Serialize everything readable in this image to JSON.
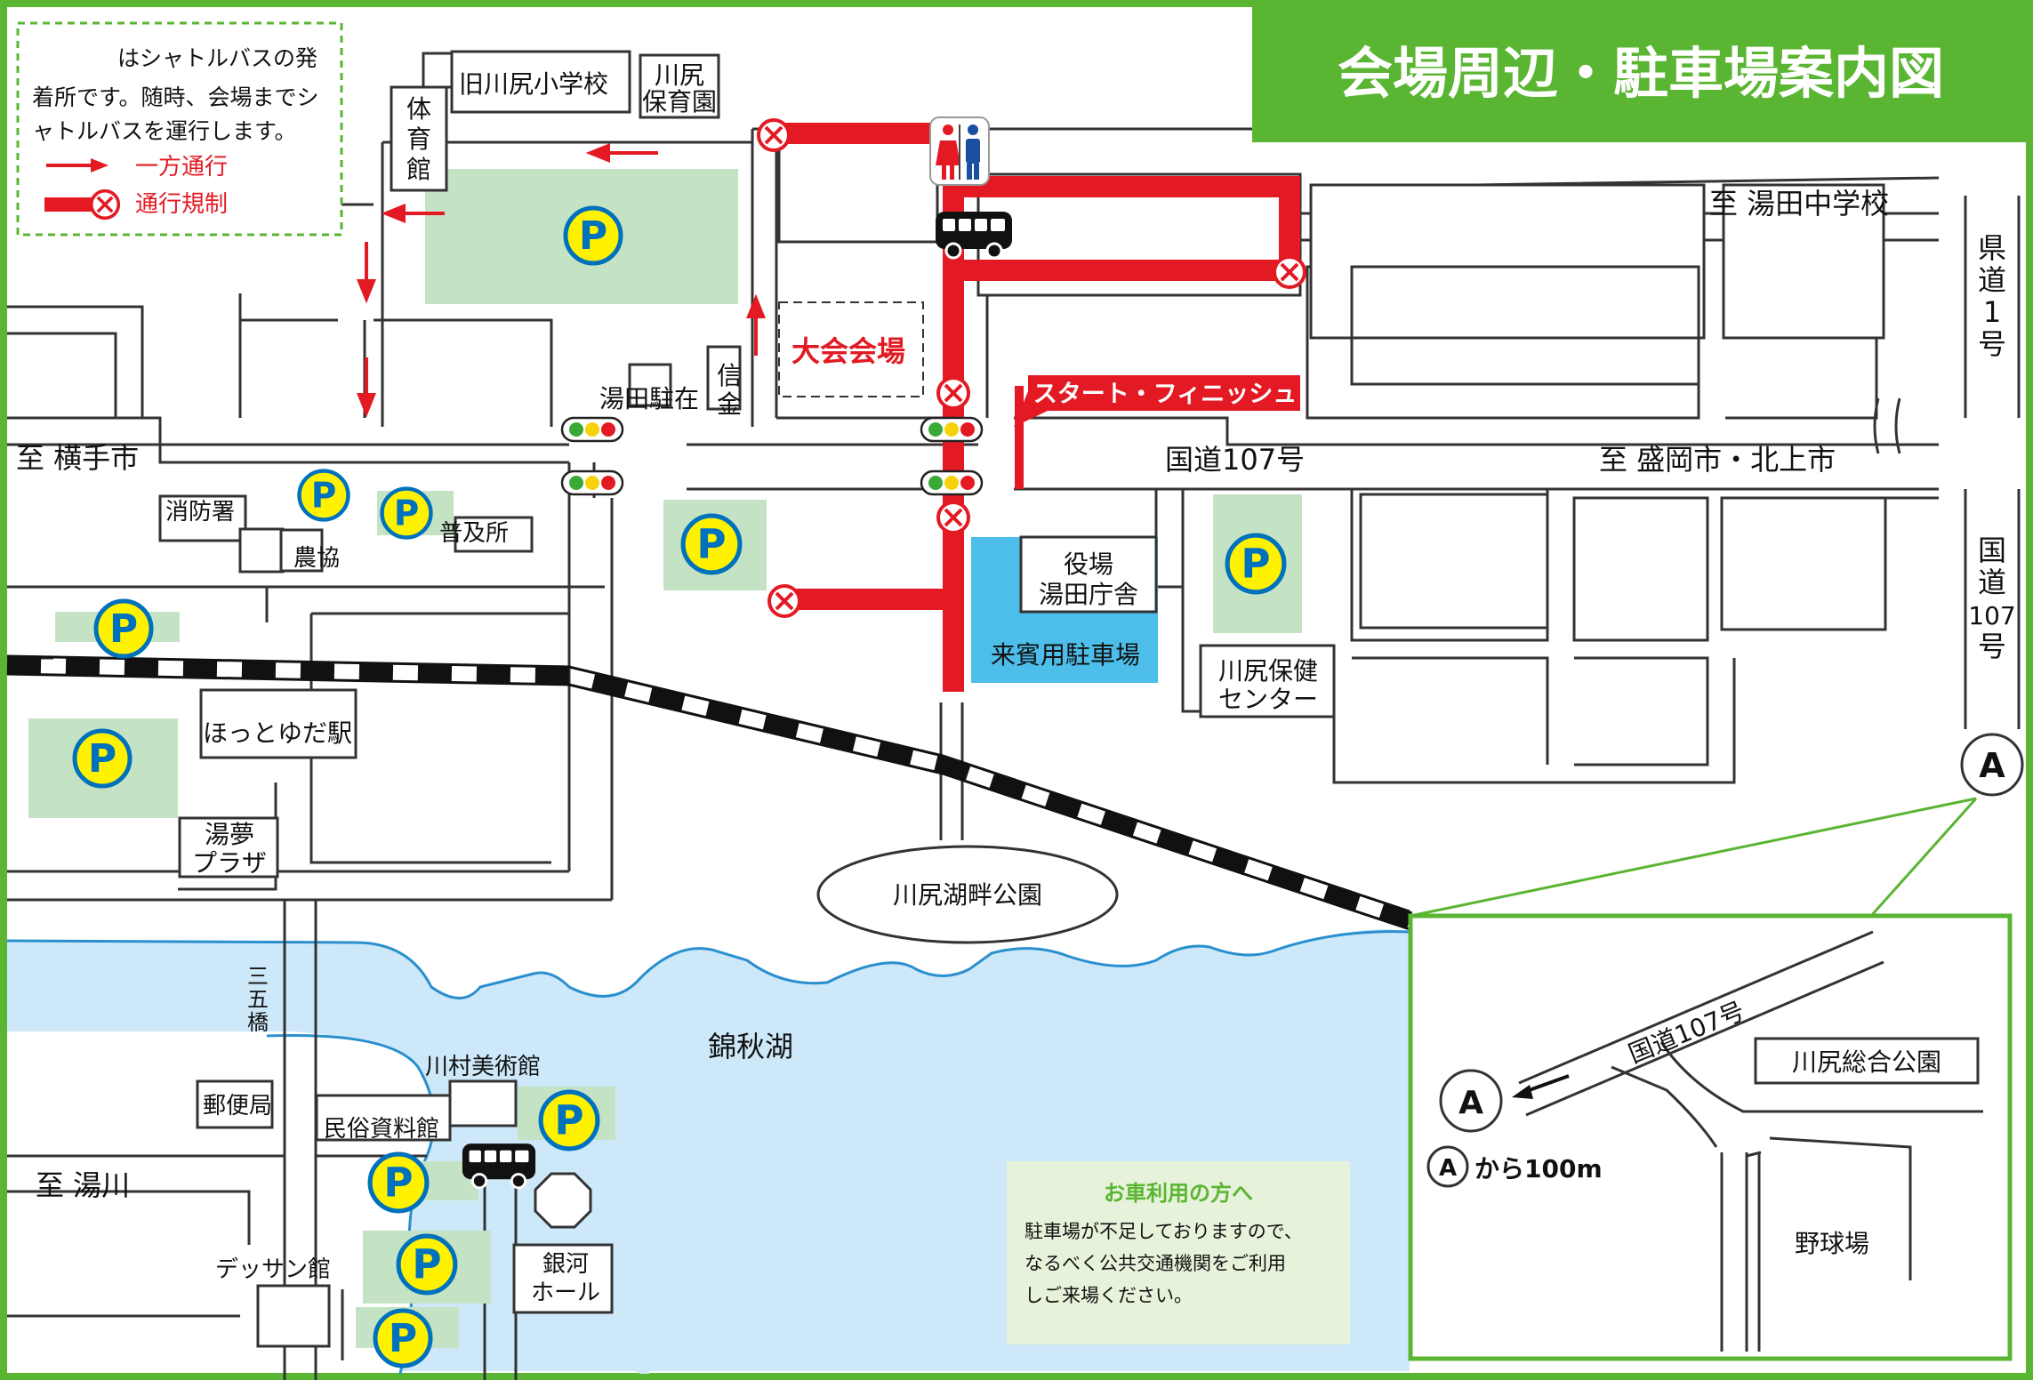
{
  "title": "会場周辺・駐車場案内図",
  "legend": {
    "bus_text_1": "はシャトルバスの発",
    "bus_text_2": "着所です。随時、会場までシ",
    "bus_text_3": "ャトルバスを運行します。",
    "one_way": "一方通行",
    "closure": "通行規制"
  },
  "parking_symbol": "P",
  "labels": {
    "kyu_school": "旧川尻小学校",
    "hoikuen_1": "川尻",
    "hoikuen_2": "保育園",
    "taiikukan_1": "体",
    "taiikukan_2": "育",
    "taiikukan_3": "館",
    "venue": "大会会場",
    "to_school": "至 湯田中学校",
    "kendo_1": "県",
    "kendo_2": "道",
    "kendo_3": "1",
    "kendo_4": "号",
    "start_finish": "スタート・フィニッシュ",
    "to_yokote": "至 横手市",
    "route107": "国道107号",
    "to_morioka": "至 盛岡市・北上市",
    "kokudo_1": "国",
    "kokudo_2": "道",
    "kokudo_3": "107",
    "kokudo_4": "号",
    "chuzai": "湯田駐在",
    "shinkin_1": "信",
    "shinkin_2": "金",
    "shobosho": "消防署",
    "nokyo": "農協",
    "fukyujo": "普及所",
    "yakuba_1": "役場",
    "yakuba_2": "湯田庁舎",
    "guest_parking": "来賓用駐車場",
    "hoken_1": "川尻保健",
    "hoken_2": "センター",
    "station": "ほっとゆだ駅",
    "yume_1": "湯夢",
    "yume_2": "プラザ",
    "park": "川尻湖畔公園",
    "lake": "錦秋湖",
    "sango_1": "三",
    "sango_2": "五",
    "sango_3": "橋",
    "kawamura": "川村美術館",
    "minzoku": "民俗資料館",
    "yubin": "郵便局",
    "to_yukawa": "至 湯川",
    "dessan": "デッサン館",
    "ginga_1": "銀河",
    "ginga_2": "ホール",
    "point_a": "A"
  },
  "notice": {
    "title": "お車利用の方へ",
    "line1": "駐車場が不足しておりますので、",
    "line2": "なるべく公共交通機関をご利用",
    "line3": "しご来場ください。"
  },
  "inset": {
    "route": "国道107号",
    "park_name": "川尻総合公園",
    "point": "A",
    "distance": "から100m",
    "baseball": "野球場"
  },
  "colors": {
    "frame_green": "#5ab533",
    "route_red": "#e31a23",
    "parking_bg": "#c4e3c4",
    "parking_circle": "#fff200",
    "parking_blue": "#0071bc",
    "lake_blue": "#cde9f9",
    "guest_blue": "#4dbde9"
  }
}
